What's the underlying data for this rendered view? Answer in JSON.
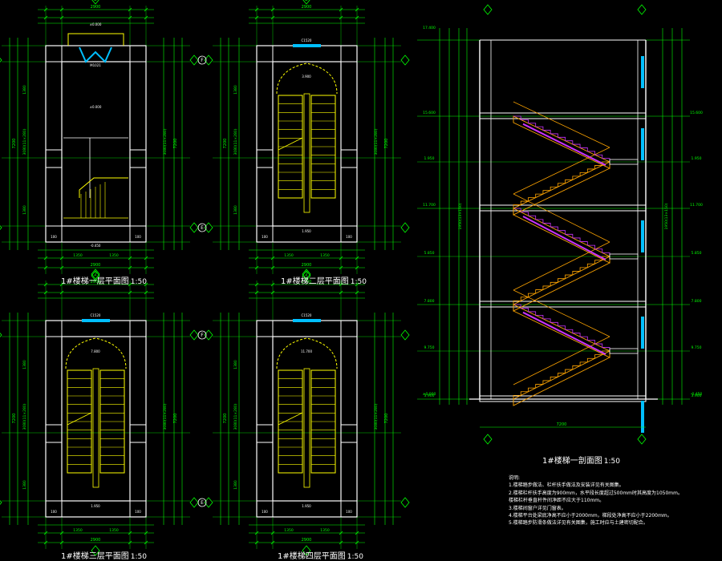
{
  "titles": {
    "plan1": "1#楼梯一层平面图",
    "plan2": "1#楼梯二层平面图",
    "plan3": "1#楼梯三层平面图",
    "plan4": "1#楼梯四层平面图",
    "section": "1#楼梯一剖面图",
    "plan_scale": "1:50",
    "section_scale": "1:50"
  },
  "notes": {
    "heading": "说明:",
    "lines": [
      "1.楼梯踏步做法、栏杆扶手做法及安装详见有关图集。",
      "2.楼梯栏杆扶手高度为900mm，水平段长度超过500mm时其高度为1050mm。",
      "  楼梯栏杆垂直杆件间净距不应大于110mm。",
      "3.楼梯间窗户详见门窗表。",
      "4.楼梯平台处梁底净高不应小于2000mm，梯段处净高不应小于2200mm。",
      "5.楼梯踏步防滑条做法详见有关图集，施工时应与土建密切配合。"
    ]
  },
  "dims": {
    "width_total": "2900",
    "bay_1": "1350",
    "bay_2": "1350",
    "wall_side": "100",
    "depth_total": "7200",
    "flight_run": "3080(11×280)",
    "landing": "1380",
    "window": "C1520",
    "door": "M1021",
    "grid_top": "2",
    "grid_left": "F",
    "grid_right": "E",
    "section_len": "7200",
    "flight_rise": "1950(13×150)"
  },
  "levels": {
    "left": [
      "17.400",
      "15.600",
      "11.700",
      "7.800",
      "3.900",
      "±0.000"
    ],
    "right": [
      "15.600",
      "11.700",
      "7.800",
      "3.900",
      "-0.450"
    ],
    "mid": [
      "1.950",
      "5.850",
      "9.750"
    ]
  },
  "colors": {
    "background": "#000000",
    "dimension": "#00ff00",
    "wall": "#ffffff",
    "stair": "#ffff00",
    "section_stair": "#ffa500",
    "section_cut": "#cc33ff",
    "window": "#00bfff",
    "axis": "#00ff00"
  }
}
